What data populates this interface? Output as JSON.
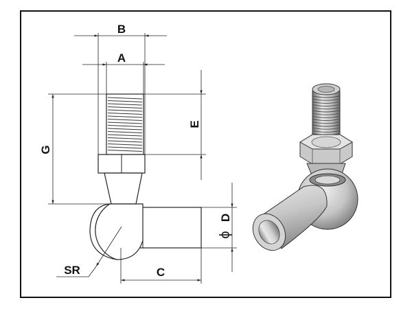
{
  "labels": {
    "a": "A",
    "b": "B",
    "c": "C",
    "d": "D",
    "diameter_symbol": "ϕ",
    "e": "E",
    "g": "G",
    "sr": "SR"
  },
  "colors": {
    "frame": "#111111",
    "line": "#222222",
    "metal_light": "#e9e9e9",
    "metal_mid": "#b9b9b9",
    "metal_dark": "#7d7d7d"
  }
}
